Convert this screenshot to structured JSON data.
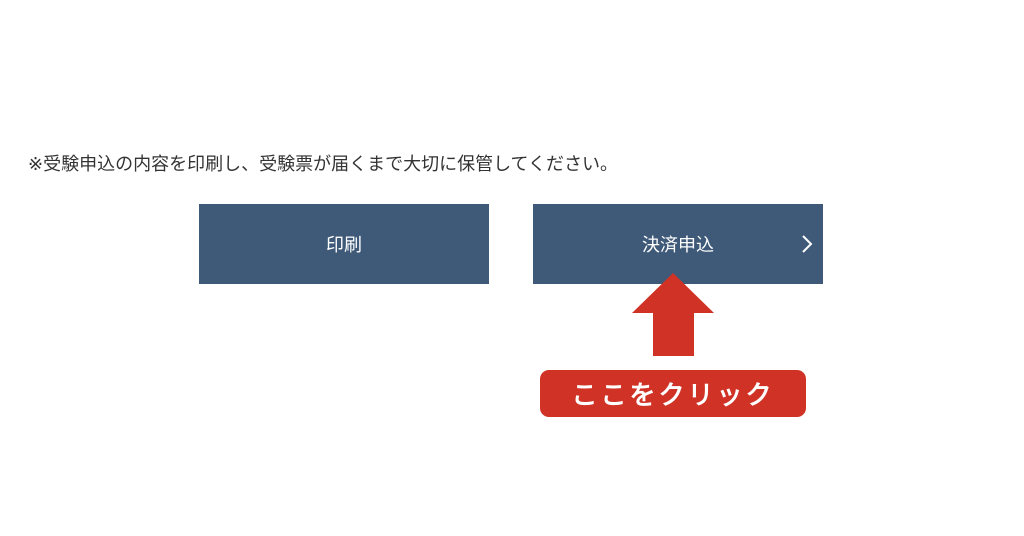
{
  "notice": "※受験申込の内容を印刷し、受験票が届くまで大切に保管してください。",
  "buttons": {
    "print": "印刷",
    "pay": "決済申込"
  },
  "annotation": {
    "label": "ここをクリック",
    "color": "#d03226"
  },
  "colors": {
    "button": "#3e5a78"
  }
}
